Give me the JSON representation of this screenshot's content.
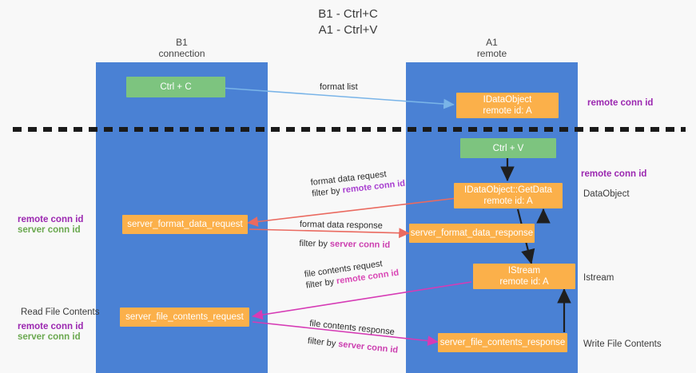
{
  "title": {
    "line1": "B1 - Ctrl+C",
    "line2": "A1 - Ctrl+V"
  },
  "columns": [
    {
      "name": "B1",
      "subtitle": "connection"
    },
    {
      "name": "A1",
      "subtitle": "remote"
    }
  ],
  "nodes": {
    "ctrl_c": {
      "label": "Ctrl + C"
    },
    "ctrl_v": {
      "label": "Ctrl + V"
    },
    "idataobject": {
      "line1": "IDataObject",
      "line2": "remote id: A"
    },
    "getdata": {
      "line1": "IDataObject::GetData",
      "line2": "remote id: A"
    },
    "istream": {
      "line1": "IStream",
      "line2": "remote id: A"
    },
    "server_format_data_request": {
      "label": "server_format_data_request"
    },
    "server_format_data_response": {
      "label": "server_format_data_response"
    },
    "server_file_contents_request": {
      "label": "server_file_contents_request"
    },
    "server_file_contents_response": {
      "label": "server_file_contents_response"
    }
  },
  "edges": {
    "format_list": {
      "label": "format list"
    },
    "format_data_request": {
      "line1": "format data request",
      "filter_prefix": "filter by ",
      "filter_key": "remote conn id"
    },
    "format_data_response": {
      "line1": "format data response",
      "filter_prefix": "filter by ",
      "filter_key": "server conn id"
    },
    "file_contents_request": {
      "line1": "file contents request",
      "filter_prefix": "filter by ",
      "filter_key": "remote conn id"
    },
    "file_contents_response": {
      "line1": "file contents response",
      "filter_prefix": "filter by ",
      "filter_key": "server conn id"
    }
  },
  "annotations": {
    "right_remote_conn_id_top": "remote conn id",
    "right_remote_conn_id_mid": "remote conn id",
    "right_dataobject": "DataObject",
    "right_istream": "Istream",
    "right_write_file_contents": "Write File Contents",
    "left_remote_conn_id_mid": "remote conn id",
    "left_server_conn_id_mid": "server conn id",
    "left_read_file_contents": "Read File Contents",
    "left_remote_conn_id_bottom": "remote conn id",
    "left_server_conn_id_bottom": "server conn id"
  },
  "colors": {
    "lane": "#4a81d4",
    "green_node": "#7dc47f",
    "orange_node": "#fbb04a",
    "purple_label": "#9b27b0",
    "green_label": "#6aa84f",
    "red_arrow": "#ea6a60",
    "magenta_arrow": "#d63bb5",
    "blue_arrow": "#79b4e8",
    "dark_arrow": "#1f1f1f",
    "divider": "#1a1a1a"
  }
}
